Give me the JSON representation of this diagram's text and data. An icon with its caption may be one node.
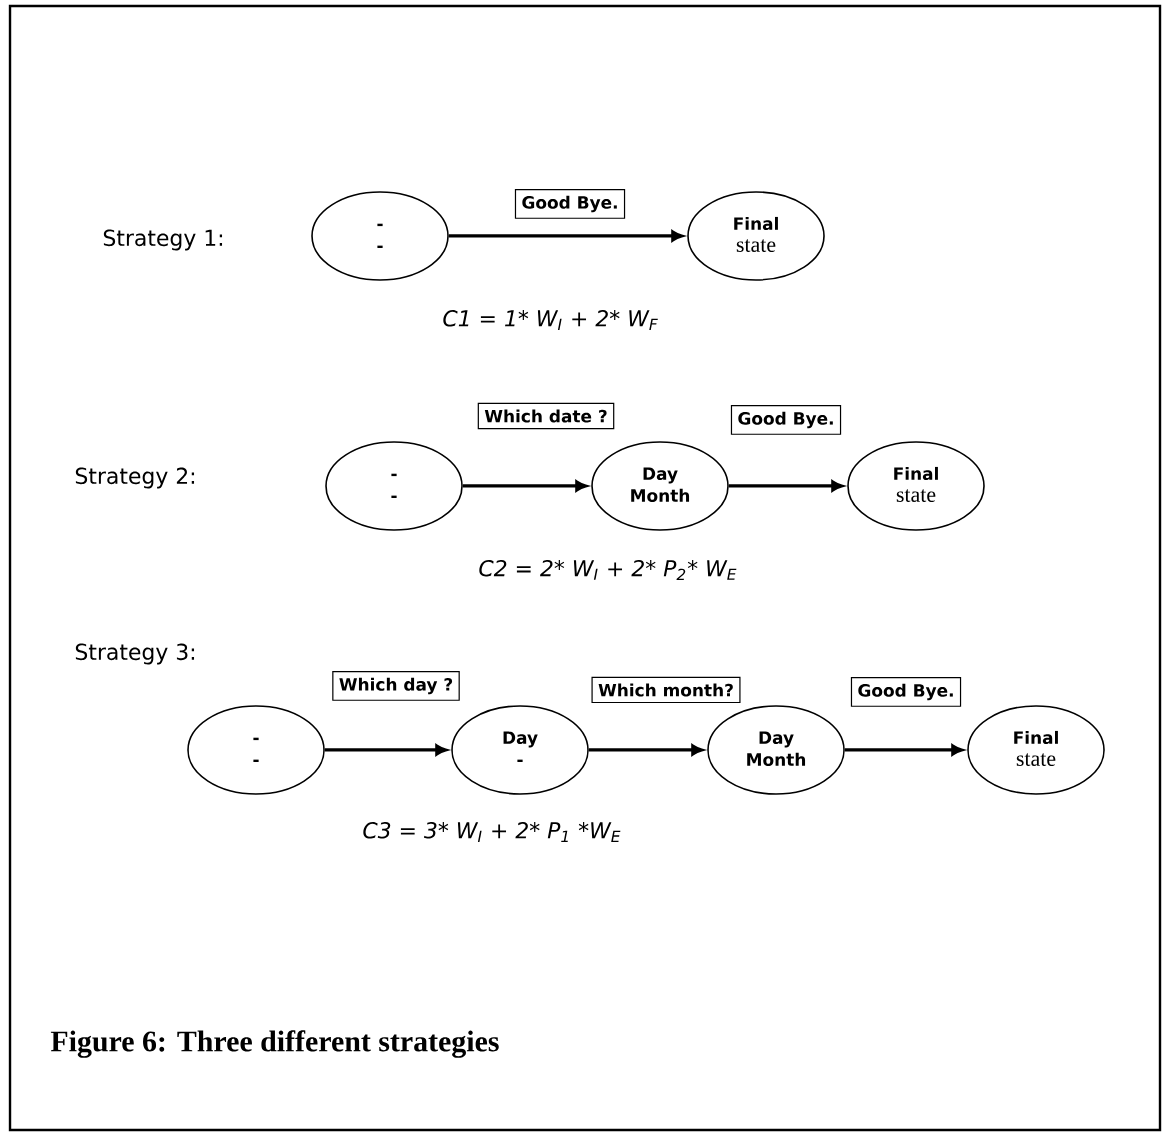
{
  "diagram": {
    "caption": "Figure 6: Three different strategies",
    "nodes": [
      {
        "text": [
          "-",
          "-"
        ]
      },
      {
        "text": [
          "Final",
          "state"
        ]
      },
      {
        "text": [
          "-",
          "-"
        ]
      },
      {
        "text": [
          "Day",
          "Month"
        ]
      },
      {
        "text": [
          "Final",
          "state"
        ]
      },
      {
        "text": [
          "-",
          "-"
        ]
      },
      {
        "text": [
          "Day",
          "-"
        ]
      },
      {
        "text": [
          "Day",
          "Month"
        ]
      },
      {
        "text": [
          "Final",
          "state"
        ]
      }
    ],
    "edges": [
      {
        "from": 0,
        "to": 1,
        "arrow": "to",
        "label": "Good Bye."
      },
      {
        "from": 2,
        "to": 3,
        "arrow": "to",
        "label": "Which date ?"
      },
      {
        "from": 3,
        "to": 4,
        "arrow": "to",
        "label": "Good Bye."
      },
      {
        "from": 5,
        "to": 6,
        "arrow": "to",
        "label": "Which day ?"
      },
      {
        "from": 6,
        "to": 7,
        "arrow": "to",
        "label": "Which month?"
      },
      {
        "from": 7,
        "to": 8,
        "arrow": "to",
        "label": "Good Bye."
      }
    ],
    "labels": [
      "Strategy 1:",
      "C1 = 1* W$_{I}$ + 2* W$_{F}$",
      "Strategy 2:",
      "C2 = 2* W$_{I}$ + 2* P$_{2}$* W$_{E}$",
      "Strategy 3:",
      "C3 = 3* W$_{I}$ + 2* P$_{1}$ *W$_{E}$"
    ]
  }
}
